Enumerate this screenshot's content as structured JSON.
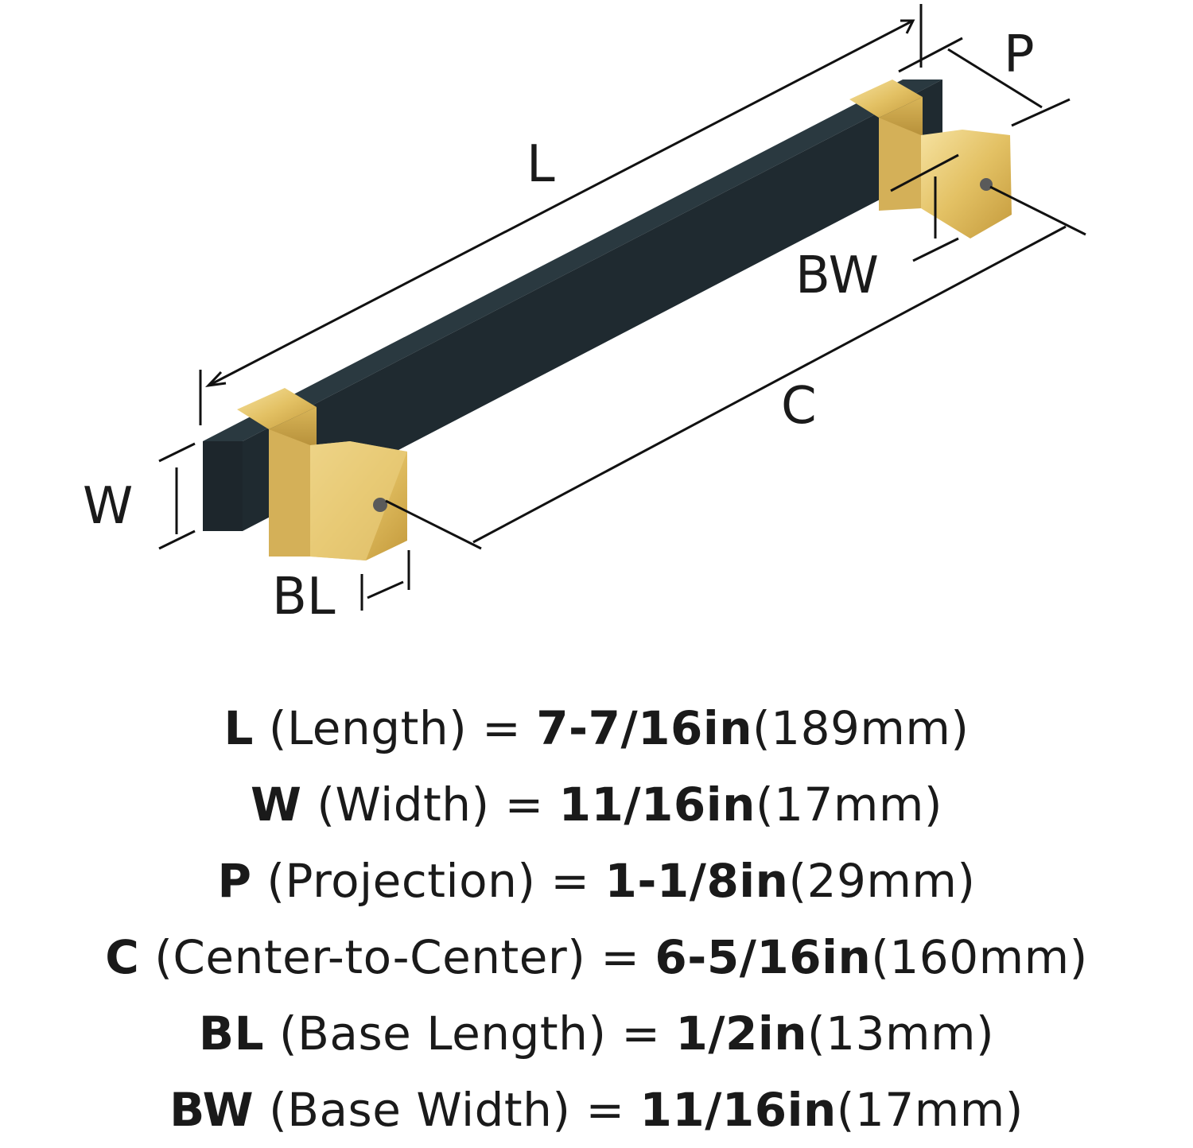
{
  "diagram": {
    "labels": {
      "L": "L",
      "P": "P",
      "BW": "BW",
      "C": "C",
      "W": "W",
      "BL": "BL"
    },
    "colors": {
      "bar": "#1f2a30",
      "base": "#e8c975",
      "base_shade": "#c9a64a",
      "line": "#111111"
    }
  },
  "specs": [
    {
      "key": "L",
      "name": " (Length) ",
      "eq": "= ",
      "imperial": "7-7/16in",
      "metric": "(189mm)"
    },
    {
      "key": "W",
      "name": " (Width) ",
      "eq": "= ",
      "imperial": "11/16in",
      "metric": "(17mm)"
    },
    {
      "key": "P",
      "name": " (Projection) ",
      "eq": "= ",
      "imperial": "1-1/8in",
      "metric": "(29mm)"
    },
    {
      "key": "C",
      "name": " (Center-to-Center) ",
      "eq": "= ",
      "imperial": "6-5/16in",
      "metric": "(160mm)"
    },
    {
      "key": "BL",
      "name": " (Base Length) ",
      "eq": "= ",
      "imperial": "1/2in",
      "metric": "(13mm)"
    },
    {
      "key": "BW",
      "name": " (Base Width) ",
      "eq": "= ",
      "imperial": "11/16in",
      "metric": "(17mm)"
    }
  ]
}
